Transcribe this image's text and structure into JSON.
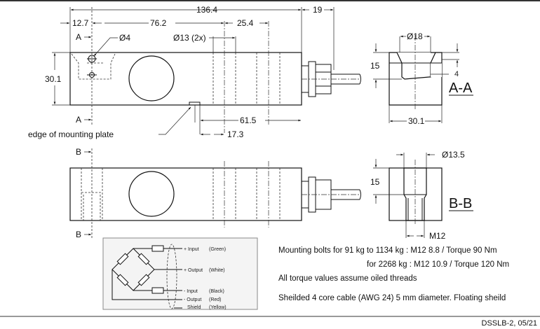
{
  "top_view": {
    "overall_length": "136.4",
    "cable_gland_length": "19",
    "hole_offset": "12.7",
    "hole_spacing": "76.2",
    "hole_pitch": "25.4",
    "section_a_label": "A",
    "small_hole_dia": "Ø4",
    "mount_hole_dia": "Ø13 (2x)",
    "height": "30.1",
    "plate_dim": "61.5",
    "plate_offset": "17.3",
    "plate_edge_label": "edge of mounting plate"
  },
  "bottom_view": {
    "section_b_label": "B"
  },
  "section_aa": {
    "title": "A-A",
    "bore_dia": "Ø18",
    "depth": "15",
    "step": "4",
    "width": "30.1"
  },
  "section_bb": {
    "title": "B-B",
    "bore_dia": "Ø13.5",
    "depth": "15",
    "thread": "M12"
  },
  "wiring": [
    {
      "signal": "+ Input",
      "color": "(Green)"
    },
    {
      "signal": "+ Output",
      "color": "(White)"
    },
    {
      "signal": "- Input",
      "color": "(Black)"
    },
    {
      "signal": "- Output",
      "color": "(Red)"
    },
    {
      "signal": "Shield",
      "color": "(Yellow)"
    }
  ],
  "notes": {
    "line1": "Mounting bolts for 91 kg to 1134 kg : M12 8.8  / Torque   90 Nm",
    "line2": "for 2268 kg : M12 10.9 / Torque 120 Nm",
    "line3": "All torque values assume oiled threads",
    "line4": "Sheilded 4 core cable (AWG 24) 5 mm diameter. Floating sheild"
  },
  "footer": "DSSLB-2, 05/21"
}
